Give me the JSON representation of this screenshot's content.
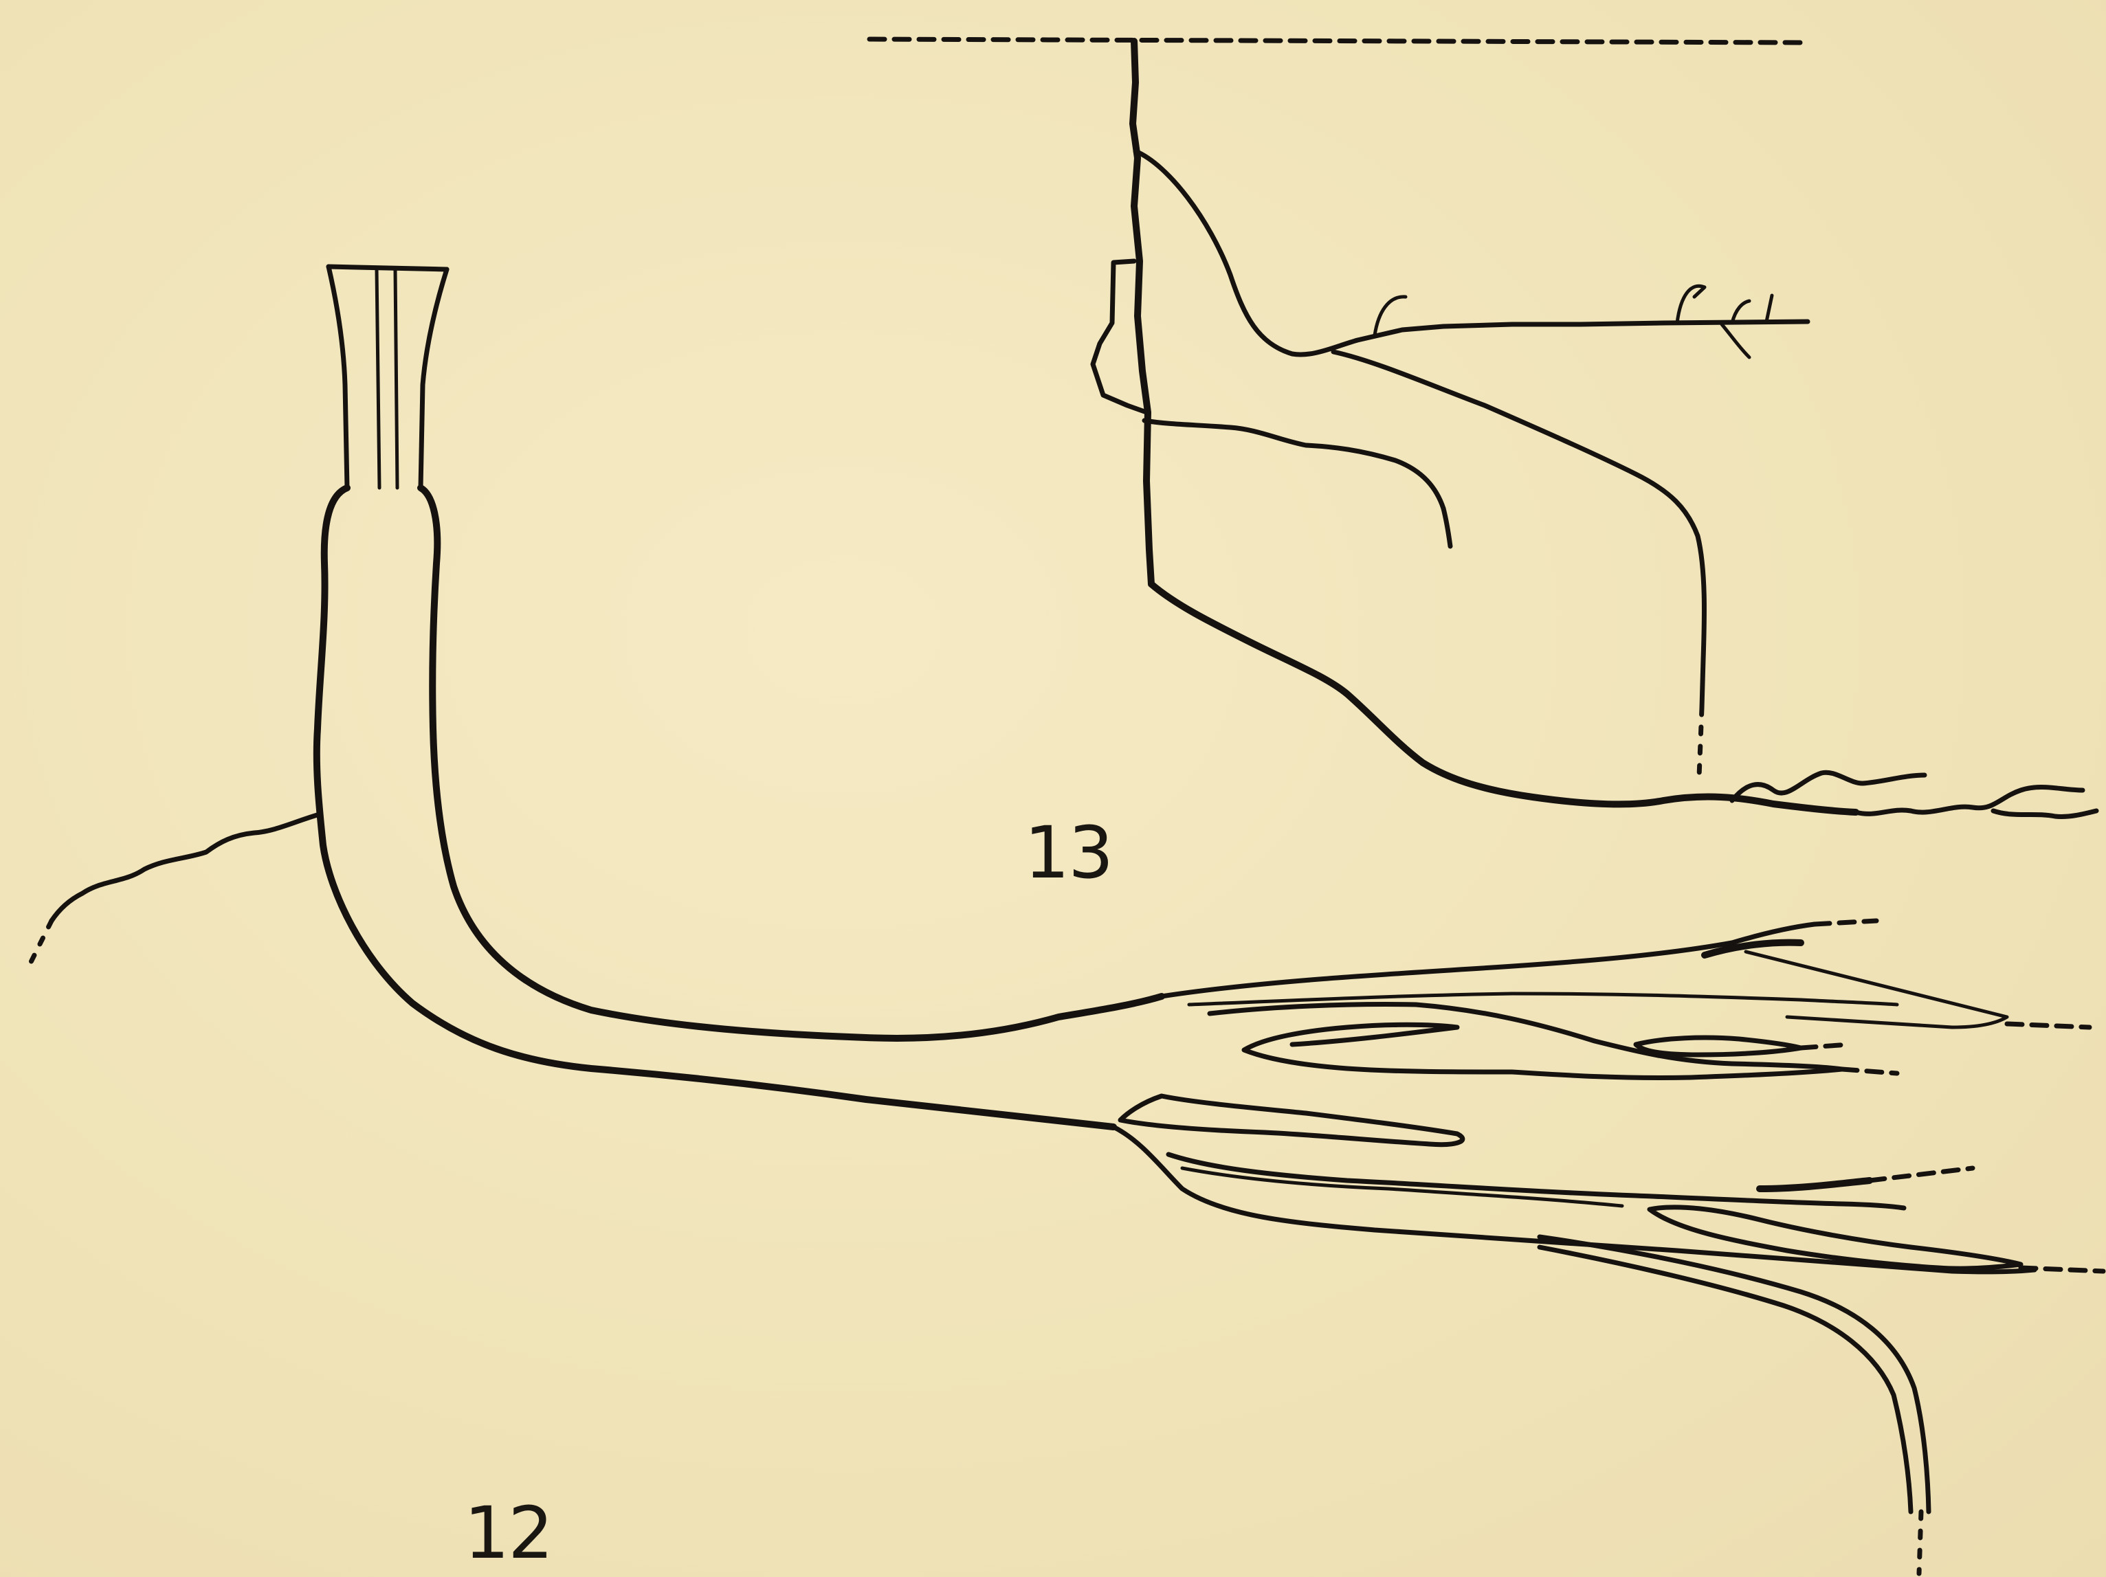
{
  "figures": [
    {
      "id": "fig13",
      "label": "13"
    },
    {
      "id": "fig12",
      "label": "12"
    }
  ],
  "colors": {
    "paper": "#f2e6bd",
    "ink": "#151210"
  }
}
